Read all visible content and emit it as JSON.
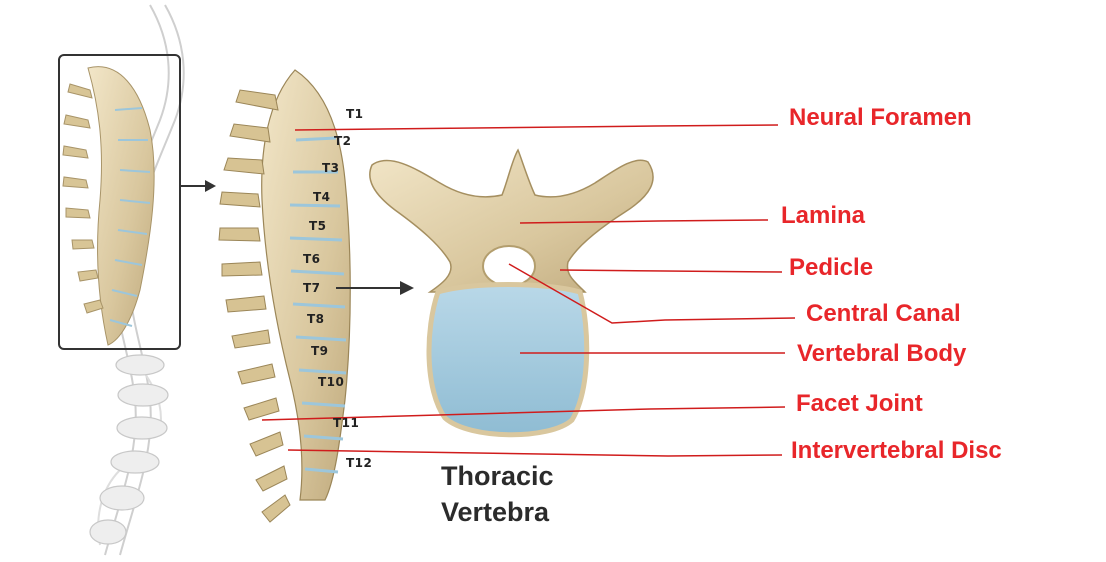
{
  "levels": [
    "T1",
    "T2",
    "T3",
    "T4",
    "T5",
    "T6",
    "T7",
    "T8",
    "T9",
    "T10",
    "T11",
    "T12"
  ],
  "labels": {
    "neural_foramen": "Neural Foramen",
    "lamina": "Lamina",
    "pedicle": "Pedicle",
    "central_canal": "Central Canal",
    "vertebral_body": "Vertebral Body",
    "facet_joint": "Facet Joint",
    "intervertebral_disc": "Intervertebral Disc"
  },
  "caption": {
    "line1": "Thoracic",
    "line2": "Vertebra"
  },
  "colors": {
    "label": "#e8262a",
    "leader": "#d01c1c",
    "bone": "#e3d3ad",
    "disc": "#a9cfe0",
    "body_fill": "#a3cbe0"
  },
  "icons": [
    "arrow-right-icon",
    "arrow-right-icon"
  ]
}
